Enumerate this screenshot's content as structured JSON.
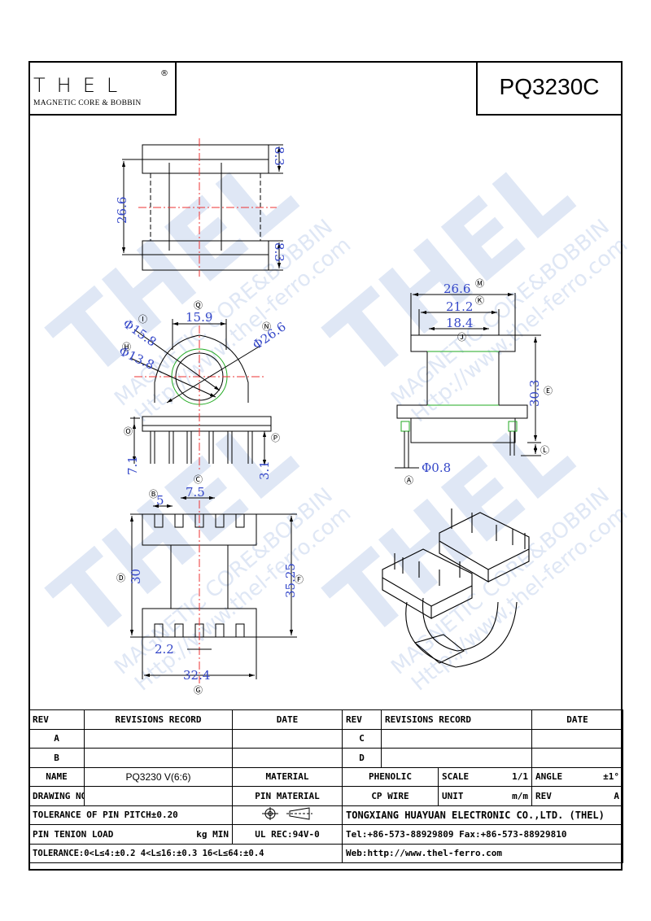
{
  "logo": {
    "mark": "THEL",
    "registered": "®",
    "subtitle": "MAGNETIC CORE & BOBBIN"
  },
  "part_number": "PQ3230C",
  "dimensions": {
    "side_top": "8.3",
    "side_height": "26.6",
    "side_bottom": "8.3",
    "front_width": "15.9",
    "dia_outer": "Φ26.6",
    "dia_i": "Φ15.8",
    "dia_h": "Φ13.8",
    "pin_h_o": "7.1",
    "pin_h_p": "3.1",
    "top_w_mid": "26.6",
    "top_w_k": "21.2",
    "top_w_j": "18.4",
    "top_height": "30.3",
    "pin_dia": "Φ0.8",
    "bottom_pitch_b": "5",
    "bottom_pitch_c": "7.5",
    "bottom_d": "30",
    "bottom_f": "35.25",
    "bottom_pin": "2.2",
    "bottom_width": "32.4"
  },
  "markers": [
    "Ⓐ",
    "Ⓑ",
    "Ⓒ",
    "Ⓓ",
    "Ⓔ",
    "Ⓕ",
    "Ⓖ",
    "Ⓗ",
    "Ⓘ",
    "Ⓙ",
    "Ⓚ",
    "Ⓛ",
    "Ⓜ",
    "Ⓝ",
    "Ⓞ",
    "Ⓟ",
    "Ⓠ"
  ],
  "watermark": {
    "brand": "THEL",
    "line1": "MAGNETIC CORE&BOBBIN",
    "line2": "Http://www.thel-ferro.com"
  },
  "title_block": {
    "rev_h": "REV",
    "rev_record_h": "REVISIONS RECORD",
    "date_h": "DATE",
    "rev_a": "A",
    "rev_b": "B",
    "rev_c": "C",
    "rev_d": "D",
    "name_l": "NAME",
    "name_v": "PQ3230 V(6:6)",
    "material_l": "MATERIAL",
    "material_v": "PHENOLIC",
    "scale_l": "SCALE",
    "scale_v": "1/1",
    "angle_l": "ANGLE",
    "angle_v": "±1°",
    "drawing_no_l": "DRAWING NO",
    "pin_material_l": "PIN MATERIAL",
    "pin_material_v": "CP WIRE",
    "unit_l": "UNIT",
    "unit_v": "m/m",
    "rev_l": "REV",
    "rev_v": "A",
    "tol_pitch": "TOLERANCE OF PIN PITCH±0.20",
    "company": "TONGXIANG HUAYUAN ELECTRONIC CO.,LTD. (THEL)",
    "pin_load": "PIN TENION LOAD",
    "pin_load_unit": "kg MIN",
    "ul": "UL REC:94V-0",
    "tel": "Tel:+86-573-88929809 Fax:+86-573-88929810",
    "tolerance": "TOLERANCE:0<L≤4:±0.2  4<L≤16:±0.3  16<L≤64:±0.4",
    "web": "Web:http://www.thel-ferro.com"
  }
}
